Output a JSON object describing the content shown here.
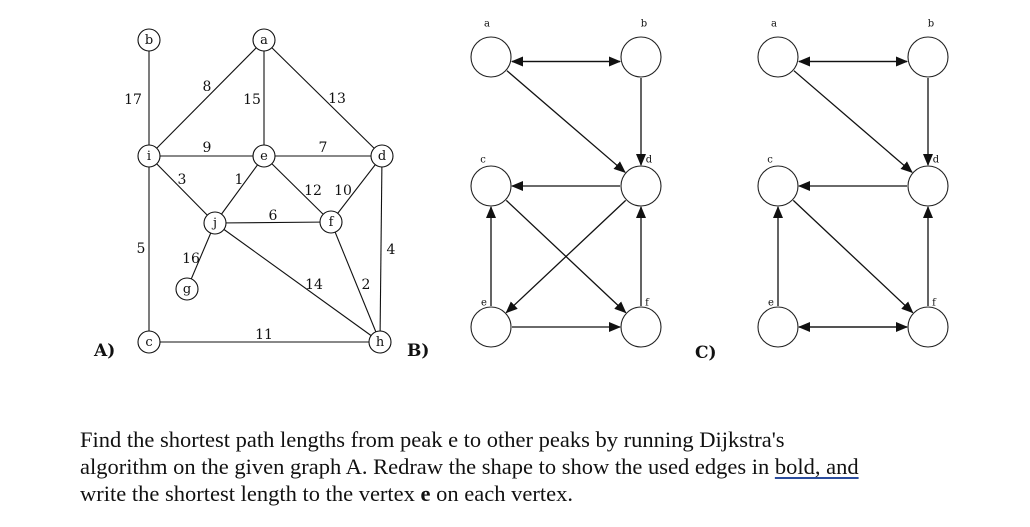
{
  "graph_a": {
    "panel_label": "A)",
    "nodes": [
      {
        "id": "a"
      },
      {
        "id": "b"
      },
      {
        "id": "i"
      },
      {
        "id": "e"
      },
      {
        "id": "d"
      },
      {
        "id": "j"
      },
      {
        "id": "f"
      },
      {
        "id": "g"
      },
      {
        "id": "c"
      },
      {
        "id": "h"
      }
    ],
    "edges": [
      {
        "from": "b",
        "to": "i",
        "weight": "17"
      },
      {
        "from": "i",
        "to": "a",
        "weight": "8"
      },
      {
        "from": "a",
        "to": "e",
        "weight": "15"
      },
      {
        "from": "a",
        "to": "d",
        "weight": "13"
      },
      {
        "from": "i",
        "to": "e",
        "weight": "9"
      },
      {
        "from": "e",
        "to": "d",
        "weight": "7"
      },
      {
        "from": "i",
        "to": "j",
        "weight": "3"
      },
      {
        "from": "e",
        "to": "j",
        "weight": "1"
      },
      {
        "from": "e",
        "to": "f",
        "weight": "12"
      },
      {
        "from": "d",
        "to": "f",
        "weight": "10"
      },
      {
        "from": "j",
        "to": "f",
        "weight": "6"
      },
      {
        "from": "d",
        "to": "h",
        "weight": "4"
      },
      {
        "from": "i",
        "to": "c",
        "weight": "5"
      },
      {
        "from": "j",
        "to": "g",
        "weight": "16"
      },
      {
        "from": "j",
        "to": "h",
        "weight": "14"
      },
      {
        "from": "f",
        "to": "h",
        "weight": "2"
      },
      {
        "from": "c",
        "to": "h",
        "weight": "11"
      }
    ]
  },
  "graph_b": {
    "panel_label": "B)",
    "nodes": [
      {
        "id": "a"
      },
      {
        "id": "b"
      },
      {
        "id": "c"
      },
      {
        "id": "d"
      },
      {
        "id": "e"
      },
      {
        "id": "f"
      }
    ],
    "edges": [
      {
        "from": "b",
        "to": "a"
      },
      {
        "from": "a",
        "to": "b"
      },
      {
        "from": "a",
        "to": "d"
      },
      {
        "from": "b",
        "to": "d"
      },
      {
        "from": "d",
        "to": "c"
      },
      {
        "from": "e",
        "to": "c"
      },
      {
        "from": "c",
        "to": "f"
      },
      {
        "from": "d",
        "to": "e"
      },
      {
        "from": "f",
        "to": "d"
      },
      {
        "from": "e",
        "to": "f"
      }
    ]
  },
  "graph_c": {
    "panel_label": "C)",
    "nodes": [
      {
        "id": "a"
      },
      {
        "id": "b"
      },
      {
        "id": "c"
      },
      {
        "id": "d"
      },
      {
        "id": "e"
      },
      {
        "id": "f"
      }
    ],
    "edges": [
      {
        "from": "b",
        "to": "a"
      },
      {
        "from": "a",
        "to": "b"
      },
      {
        "from": "a",
        "to": "d"
      },
      {
        "from": "b",
        "to": "d"
      },
      {
        "from": "d",
        "to": "c"
      },
      {
        "from": "e",
        "to": "c"
      },
      {
        "from": "c",
        "to": "f"
      },
      {
        "from": "f",
        "to": "e"
      },
      {
        "from": "f",
        "to": "d"
      },
      {
        "from": "e",
        "to": "f"
      }
    ]
  },
  "question": {
    "line1": "Find the shortest path lengths from peak e to other peaks by running Dijkstra's",
    "line2_pre": "algorithm on the given graph A. Redraw the shape to show the used edges in ",
    "line2_underlined": "bold, and",
    "line3_pre": "write the shortest length to the vertex ",
    "line3_bold": "e",
    "line3_post": " on each vertex."
  }
}
